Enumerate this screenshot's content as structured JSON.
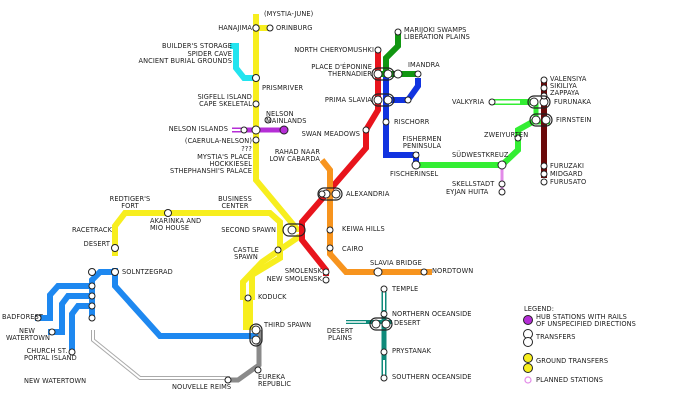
{
  "labels": {
    "mystia_june": "(MYSTIA-JUNE)",
    "hanajima": "HANAJIMA",
    "orinburg": "ORINBURG",
    "builders": "BUILDER'S STORAGE",
    "spider": "SPIDER CAVE",
    "ancient": "ANCIENT BURIAL GROUNDS",
    "prismriver": "PRISMRIVER",
    "sigfell": "SIGFELL ISLAND",
    "cape": "CAPE SKELETAL",
    "nelson_mainlands": "NELSON\nMAINLANDS",
    "nelson_islands": "NELSON ISLANDS",
    "caerula": "(CAERULA-NELSON)",
    "qqq": "???",
    "mystias_place": "MYSTIA'S PLACE",
    "hockkiesel": "HOCKKIESEL",
    "sthephanshi": "STHEPHANSHI'S PALACE",
    "swan": "SWAN MEADOWS",
    "rahad": "RAHAD NAAR",
    "low_cabarda": "LOW CABARDA",
    "alexandria": "ALEXANDRIA",
    "redtiger": "REDTIGER'S\nFORT",
    "business": "BUSINESS\nCENTER",
    "akarinka": "AKARINKA AND\nMIO HOUSE",
    "racetrack": "RACETRACK",
    "second_spawn": "SECOND SPAWN",
    "keiwa": "KEIWA HILLS",
    "desert": "DESERT",
    "castle": "CASTLE\nSPAWN",
    "cairo": "CAIRO",
    "solntze": "SOLNTZEGRAD",
    "smolensk": "SMOLENSK",
    "new_smolensk": "NEW SMOLENSK",
    "slavia": "SLAVIA BRIDGE",
    "nordtown": "NORDTOWN",
    "temple": "TEMPLE",
    "koduck": "KODUCK",
    "badforest": "BADFOREST",
    "new_watertown": "NEW\nWATERTOWN",
    "northern_ocean": "NORTHERN OCEANSIDE",
    "third_spawn": "THIRD SPAWN",
    "desert2": "DESERT",
    "desert_plains": "DESERT\nPLAINS",
    "church": "CHURCH ST.\nPORTAL ISLAND",
    "prystanak": "PRYSTANAK",
    "eureka": "EUREKA\nREPUBLIC",
    "new_watertown2": "NEW WATERTOWN",
    "nouvelle": "NOUVELLE REIMS",
    "southern_ocean": "SOUTHERN OCEANSIDE",
    "north_chery": "NORTH CHERYOMUSHKI",
    "place_depo": "PLACE D'ÉPONINE",
    "thernadier": "THERNADIER",
    "prima": "PRIMA SLAVIA",
    "rischorr": "RISCHORR",
    "marijoki": "MARIJOKI SWAMPS",
    "liberation": "LIBERATION PLAINS",
    "imandra": "IMANDRA",
    "fishermen": "FISHERMEN\nPENINSULA",
    "fischerinsel": "FISCHERINSEL",
    "sudwest": "SÜDWESTKREUZ",
    "skellstadt": "SKELLSTADT",
    "eyjan": "EYJAN HUITA",
    "zweiturten": "ZWEIYURTEN",
    "valkyria": "VALKYRIA",
    "furunaka": "FURUNAKA",
    "firnstein": "FIRNSTEIN",
    "valensiya": "VALENSIYA",
    "sikiliya": "SIKILIYA",
    "zappaya": "ZAPPAYA",
    "furuzaki": "FURUZAKI",
    "midgard": "MIDGARD",
    "furusato": "FURUSATO"
  },
  "legend": {
    "title": "LEGEND:",
    "hub": "HUB STATIONS WITH RAILS\nOF UNSPECIFIED DIRECTIONS",
    "transfers": "TRANSFERS",
    "ground": "GROUND TRANSFERS",
    "planned": "PLANNED STATIONS"
  },
  "colors": {
    "yellow": "#f7ee1e",
    "cyan": "#22e4ef",
    "purple": "#b52ed6",
    "red": "#e8141c",
    "orange": "#f7941e",
    "blue": "#1133e0",
    "green": "#119611",
    "lime": "#33ee33",
    "darkred": "#6b0a0a",
    "azure": "#1e88f0",
    "teal": "#0e8a7a",
    "gray": "#8a8a8a",
    "pink": "#e28be8"
  }
}
